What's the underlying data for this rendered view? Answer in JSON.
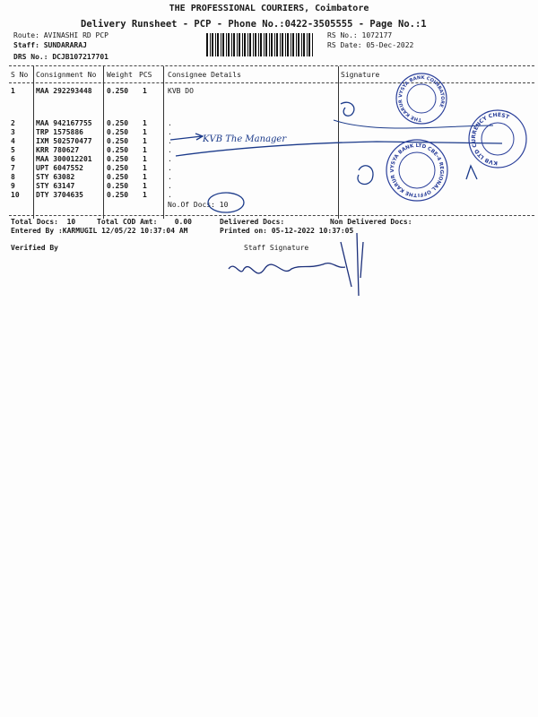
{
  "header": {
    "title": "THE PROFESSIONAL COURIERS, Coimbatore",
    "subtitle": "Delivery Runsheet - PCP - Phone No.:0422-3505555 - Page No.:1",
    "route": "Route: AVINASHI RD PCP",
    "staff": "Staff: SUNDARARAJ",
    "drs": "DRS No.: DCJB107217701",
    "rs_no": "RS No.: 1072177",
    "rs_date": "RS Date: 05-Dec-2022"
  },
  "table": {
    "columns": [
      "S No",
      "Consignment No",
      "Weight",
      "PCS",
      "Consignee Details",
      "Signature"
    ],
    "rows": [
      {
        "sno": "1",
        "cons": "MAA 292293448",
        "weight": "0.250",
        "pcs": "1",
        "details": "KVB DO"
      },
      {
        "sno": "2",
        "cons": "MAA 942167755",
        "weight": "0.250",
        "pcs": "1",
        "details": "."
      },
      {
        "sno": "3",
        "cons": "TRP 1575886",
        "weight": "0.250",
        "pcs": "1",
        "details": "."
      },
      {
        "sno": "4",
        "cons": "IXM 502570477",
        "weight": "0.250",
        "pcs": "1",
        "details": "."
      },
      {
        "sno": "5",
        "cons": "KRR 780627",
        "weight": "0.250",
        "pcs": "1",
        "details": "."
      },
      {
        "sno": "6",
        "cons": "MAA 300012201",
        "weight": "0.250",
        "pcs": "1",
        "details": "."
      },
      {
        "sno": "7",
        "cons": "UPT 6047552",
        "weight": "0.250",
        "pcs": "1",
        "details": "."
      },
      {
        "sno": "8",
        "cons": "STY 63082",
        "weight": "0.250",
        "pcs": "1",
        "details": "."
      },
      {
        "sno": "9",
        "cons": "STY 63147",
        "weight": "0.250",
        "pcs": "1",
        "details": "."
      },
      {
        "sno": "10",
        "cons": "DTY 3704635",
        "weight": "0.250",
        "pcs": "1",
        "details": "."
      }
    ],
    "no_of_docs": "No.Of Docs: 10"
  },
  "footer": {
    "total_docs": "Total Docs:  10",
    "total_cod": "Total COD Amt:    0.00",
    "delivered": "Delivered Docs:",
    "non_delivered": "Non Delivered Docs:",
    "entered_by": "Entered By :KARMUGIL 12/05/22 10:37:04 AM",
    "printed_on": "Printed on: 05-12-2022 10:37:05",
    "verified_by": "Verified By",
    "staff_signature": "Staff Signature"
  },
  "annotations": {
    "handwritten_note": "KVB The Manager",
    "stamp1": "THE KARUR VYSYA BANK LTD CBE-4 REGIONAL OFFICE",
    "stamp2": "KVB LTD CURRENCY CHEST",
    "stamp3": "THE KARUR VYSYA BANK COIMBATORE"
  }
}
